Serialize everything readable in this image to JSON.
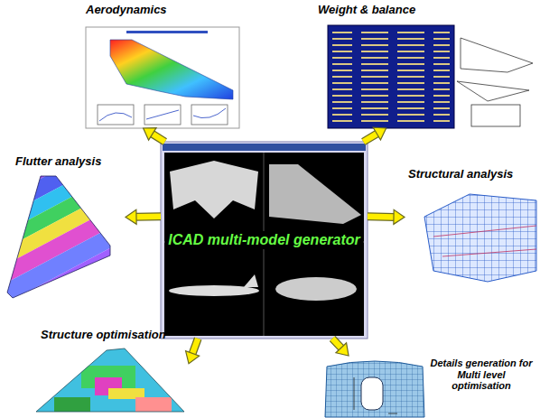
{
  "diagram": {
    "nodes": [
      {
        "text": [
          "Aerodynamics"
        ]
      },
      {
        "text": [
          "Weight & balance"
        ]
      },
      {
        "text": [
          "Flutter analysis"
        ]
      },
      {
        "text": [
          "ICAD multi-model generator"
        ]
      },
      {
        "text": [
          "Structural analysis"
        ]
      },
      {
        "text": [
          "Structure optimisation"
        ]
      },
      {
        "text": [
          "Details generation for Multi level optimisation"
        ]
      }
    ],
    "edges": [
      {
        "from": 3,
        "to": 0,
        "arrow": "to"
      },
      {
        "from": 3,
        "to": 1,
        "arrow": "to"
      },
      {
        "from": 3,
        "to": 2,
        "arrow": "to"
      },
      {
        "from": 3,
        "to": 4,
        "arrow": "to"
      },
      {
        "from": 3,
        "to": 5,
        "arrow": "to"
      },
      {
        "from": 3,
        "to": 6,
        "arrow": "to"
      }
    ]
  }
}
